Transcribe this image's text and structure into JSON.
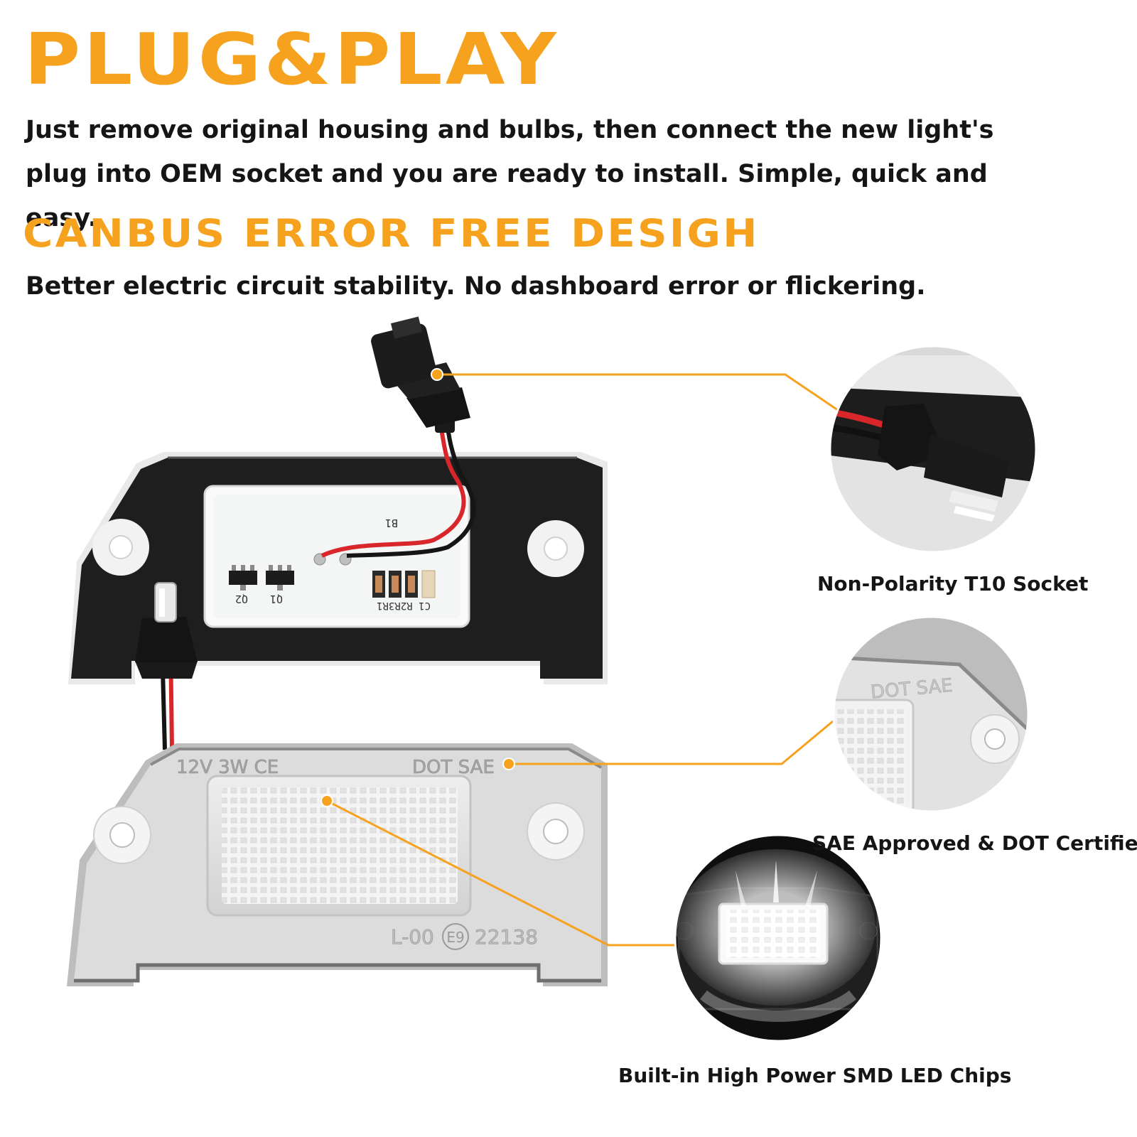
{
  "headline_1": "PLUG&PLAY",
  "paragraph_1": "Just remove original housing and bulbs, then connect the new light's plug into OEM socket and you are ready to install. Simple, quick and easy.",
  "headline_2": "CANBUS ERROR FREE DESIGH",
  "paragraph_2": "Better electric circuit stability. No dashboard error or flickering.",
  "callouts": [
    {
      "label": "Non-Polarity T10 Socket"
    },
    {
      "label": "SAE Approved & DOT Certified"
    },
    {
      "label": "Built-in High Power SMD LED Chips"
    }
  ],
  "product_markings": {
    "board_b1": "B1",
    "board_q1": "Q1",
    "board_q2": "Q2",
    "board_resistors": "C1 R2R3R1",
    "lens_voltage": "12V 3W CE",
    "lens_cert": "DOT SAE",
    "lens_code": "L-00",
    "lens_emark": "E9",
    "lens_number": "22138",
    "zoom_cert": "DOT SAE"
  },
  "colors": {
    "accent": "#F6A21E",
    "housing": "#1d1d1d",
    "text": "#151515"
  }
}
